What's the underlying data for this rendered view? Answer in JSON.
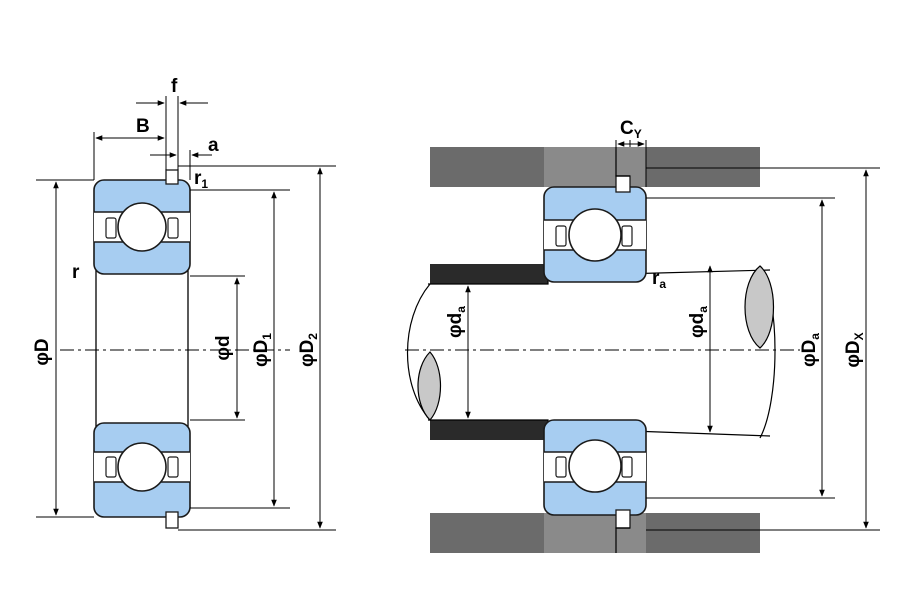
{
  "colors": {
    "ring": "#a7cdf1",
    "ring_stroke": "#1a1a1a",
    "housing": "#6b6b6b",
    "shaft_shoulder": "#2a2a2a",
    "shaft_section": "#c8c8c8",
    "line": "#000000"
  },
  "left_view": {
    "f": "f",
    "B": "B",
    "a": "a",
    "r1": "r",
    "r1_sub": "1",
    "r": "r",
    "phiD": "φD",
    "phid": "φd",
    "phiD1": "φD",
    "phiD1_sub": "1",
    "phiD2": "φD",
    "phiD2_sub": "2"
  },
  "right_view": {
    "CY": "C",
    "CY_sub": "Y",
    "ra": "r",
    "ra_sub": "a",
    "phida_left": "φd",
    "phida_left_sub": "a",
    "phida_right": "φd",
    "phida_right_sub": "a",
    "phiDa": "φD",
    "phiDa_sub": "a",
    "phiDx": "φD",
    "phiDx_sub": "X"
  }
}
